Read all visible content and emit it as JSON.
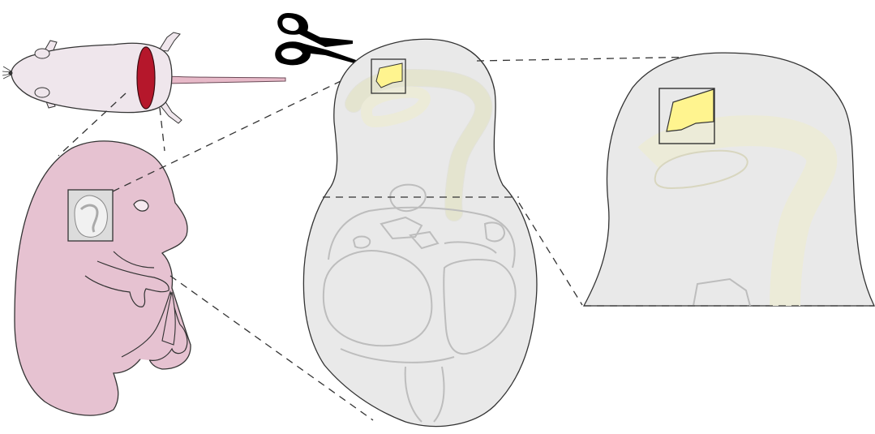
{
  "figure": {
    "panels": [
      "adult-mouse",
      "embryo",
      "embryo-section",
      "section-zoom"
    ],
    "colors": {
      "mouse_body": "#efe6ec",
      "mouse_tail": "#e7b9c8",
      "incision": "#b5172b",
      "embryo_skin": "#e6c2d1",
      "section_fill": "#e9e9e9",
      "section_outline": "#333333",
      "inner_lines": "#bdbdbd",
      "neural_tube": "#ecebd8",
      "highlight_region": "#fff48f",
      "scissors": "#000000",
      "dashed_connector": "#333333"
    },
    "icons": [
      "scissors-icon"
    ]
  }
}
